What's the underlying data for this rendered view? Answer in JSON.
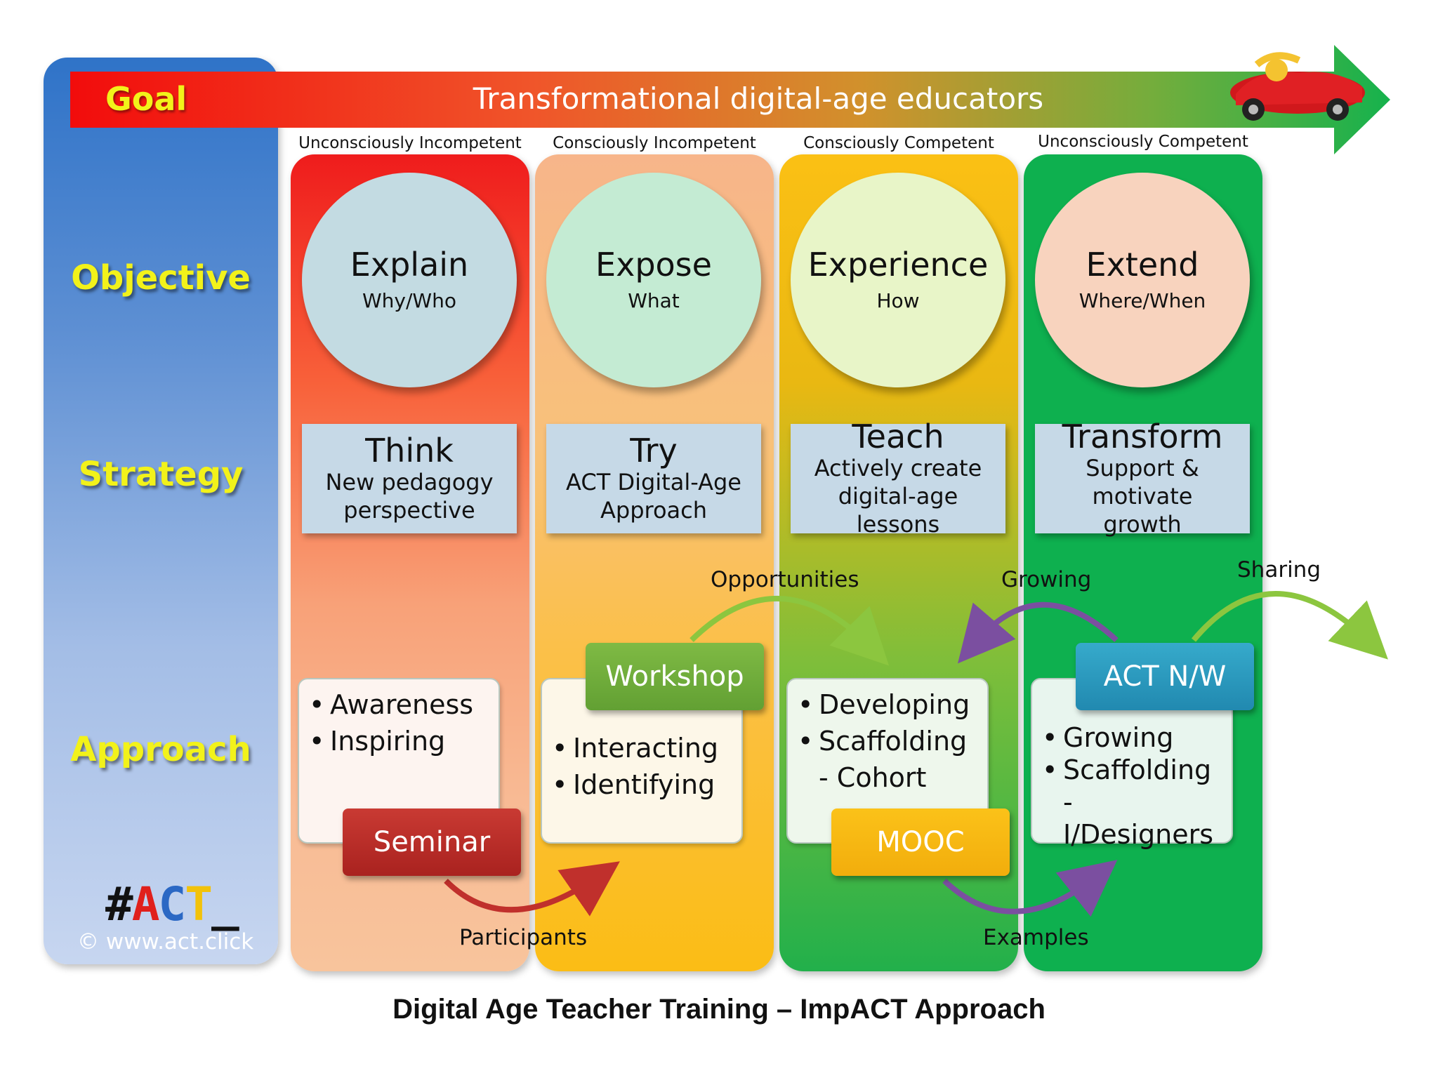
{
  "goal": {
    "label": "Goal",
    "text": "Transformational digital-age educators"
  },
  "rows": {
    "objective": "Objective",
    "strategy": "Strategy",
    "approach": "Approach"
  },
  "stages": [
    {
      "competence": "Unconsciously Incompetent",
      "objective": "Explain",
      "objective_sub": "Why/Who",
      "strategy": "Think",
      "strategy_sub": "New pedagogy perspective"
    },
    {
      "competence": "Consciously Incompetent",
      "objective": "Expose",
      "objective_sub": "What",
      "strategy": "Try",
      "strategy_sub": "ACT Digital-Age Approach"
    },
    {
      "competence": "Consciously Competent",
      "objective": "Experience",
      "objective_sub": "How",
      "strategy": "Teach",
      "strategy_sub": "Actively create digital-age lessons"
    },
    {
      "competence": "Unconsciously Competent",
      "objective": "Extend",
      "objective_sub": "Where/When",
      "strategy": "Transform",
      "strategy_sub": "Support & motivate growth"
    }
  ],
  "approach": [
    {
      "tag": "Seminar",
      "bullets": [
        "Awareness",
        "Inspiring"
      ]
    },
    {
      "tag": "Workshop",
      "bullets": [
        "Interacting",
        "Identifying"
      ]
    },
    {
      "tag": "MOOC",
      "bullets": [
        "Developing",
        "Scaffolding - Cohort"
      ]
    },
    {
      "tag": "ACT N/W",
      "bullets": [
        "Growing",
        "Scaffolding - I/Designers"
      ]
    }
  ],
  "flows": {
    "participants": "Participants",
    "opportunities": "Opportunities",
    "growing": "Growing",
    "examples": "Examples",
    "sharing": "Sharing"
  },
  "brand": {
    "logo_hash": "#",
    "logo_a": "A",
    "logo_c": "C",
    "logo_t": "T",
    "logo_underscore": "_",
    "copyright": "© www.act.click"
  },
  "caption": "Digital Age Teacher Training – ImpACT Approach",
  "colors": {
    "goal_yellow": "#f2f21a",
    "seminar": "#c0302c",
    "workshop": "#72ad3e",
    "mooc": "#f7b812",
    "actnw": "#2d9ec2"
  }
}
